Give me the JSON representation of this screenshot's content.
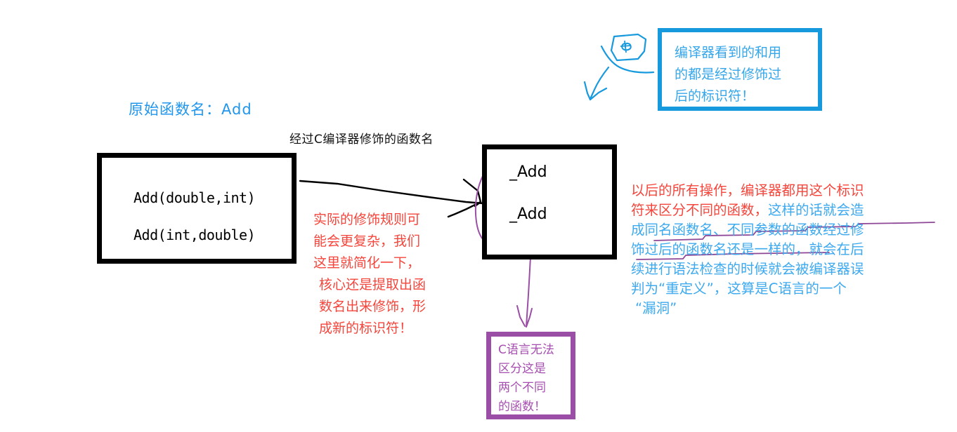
{
  "labels": {
    "original_name": "原始函数名：Add",
    "mangled_name": "经过C编译器修饰的函数名"
  },
  "source_box": {
    "signatures": [
      "Add(double,int)",
      "Add(int,double)"
    ]
  },
  "mangled_box": {
    "names": [
      "_Add",
      "_Add"
    ]
  },
  "mangle_rule_note": {
    "lines": [
      "实际的修饰规则可",
      "能会更复杂，我们",
      "这里就简化一下，",
      "核心还是提取出函",
      "数名出来修饰，形",
      "成新的标识符！"
    ]
  },
  "compiler_note": {
    "lines": [
      "编译器看到的和用",
      "的都是经过修饰过",
      "后的标识符！"
    ]
  },
  "overload_explain": {
    "lines": [
      {
        "red": "以后的所有操作，编译器都用这个标识",
        "blue": ""
      },
      {
        "red": "符来区分不同的函数，",
        "blue": "这样的话就会造"
      },
      {
        "red": "",
        "blue": "成同名函数名、不同参数的函数经过修"
      },
      {
        "red": "",
        "blue": "饰过后的函数名还是一样的，就会在后"
      },
      {
        "red": "",
        "blue": "续进行语法检查的时候就会被编译器误"
      },
      {
        "red": "",
        "blue": "判为“重定义”，这算是C语言的一个"
      },
      {
        "red": "",
        "blue": "“漏洞”"
      }
    ]
  },
  "c_ambiguity_note": {
    "lines": [
      "C语言无法",
      "区分这是",
      "两个不同",
      "的函数！"
    ]
  },
  "colors": {
    "heading_blue": "#2196EC",
    "callout_blue_border": "#1799DD",
    "callout_blue_text": "#35A6EA",
    "note_red": "#F4463C",
    "explain_blue": "#3DA9EE",
    "purple_border": "#9B4EA5",
    "purple_text": "#A64FB0",
    "box_black": "#000000"
  },
  "icons": {
    "pointer_tag": "tag-icon",
    "flow_arrow": "arrow-right-icon",
    "down_arrow": "arrow-down-icon",
    "callout_arrow": "arrow-down-left-icon",
    "circle_marker": "circle-highlight-icon",
    "underline_marker": "underline-highlight-icon"
  }
}
